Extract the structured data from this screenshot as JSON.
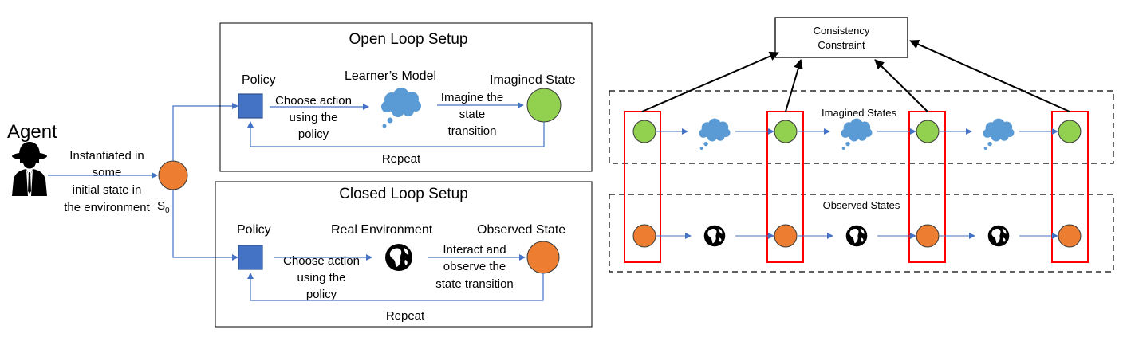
{
  "left": {
    "agent_label": "Agent",
    "agent_note": [
      "Instantiated in",
      "some",
      "initial state in",
      "the environment"
    ],
    "start_state_label": "S",
    "start_state_sub": "0",
    "open_loop": {
      "title": "Open Loop Setup",
      "policy_label": "Policy",
      "model_label": "Learner’s Model",
      "state_label": "Imagined State",
      "action_text": [
        "Choose action",
        "using the",
        "policy"
      ],
      "transition_text": [
        "Imagine the",
        "state",
        "transition"
      ],
      "repeat_label": "Repeat"
    },
    "closed_loop": {
      "title": "Closed Loop Setup",
      "policy_label": "Policy",
      "env_label": "Real Environment",
      "state_label": "Observed State",
      "action_text": [
        "Choose action",
        "using the",
        "policy"
      ],
      "transition_text": [
        "Interact and",
        "observe the",
        "state transition"
      ],
      "repeat_label": "Repeat"
    }
  },
  "right": {
    "constraint_label": [
      "Consistency",
      "Constraint"
    ],
    "imagined_group_label": "Imagined States",
    "observed_group_label": "Observed States"
  },
  "colors": {
    "imagined_state": "#92d050",
    "observed_state": "#ed7d31",
    "flow_arrow": "#4472c4",
    "policy": "#4472c4",
    "model_cloud": "#5b9bd5",
    "consistency_box": "#ff0000"
  },
  "icons": {
    "agent": "spy-agent-icon",
    "model": "thought-cloud-icon",
    "environment": "globe-icon"
  }
}
